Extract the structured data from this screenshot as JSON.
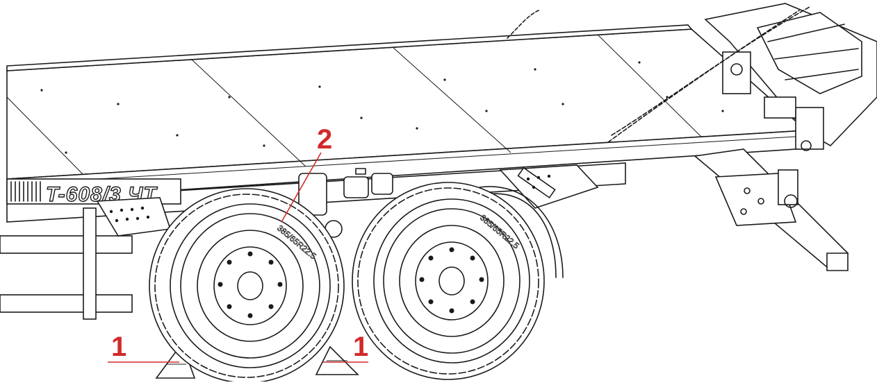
{
  "diagram": {
    "model_label": "T-608/3 ЧТ",
    "tire_size_label_front": "385/65R22.5",
    "tire_size_label_rear": "385/65R22.5",
    "callouts": [
      {
        "id": "wheel-chock-left",
        "label": "1"
      },
      {
        "id": "tire",
        "label": "2"
      },
      {
        "id": "wheel-chock-right",
        "label": "1"
      }
    ],
    "colors": {
      "line": "#1a1a1a",
      "callout": "#d12a2a",
      "background": "#ffffff"
    }
  }
}
